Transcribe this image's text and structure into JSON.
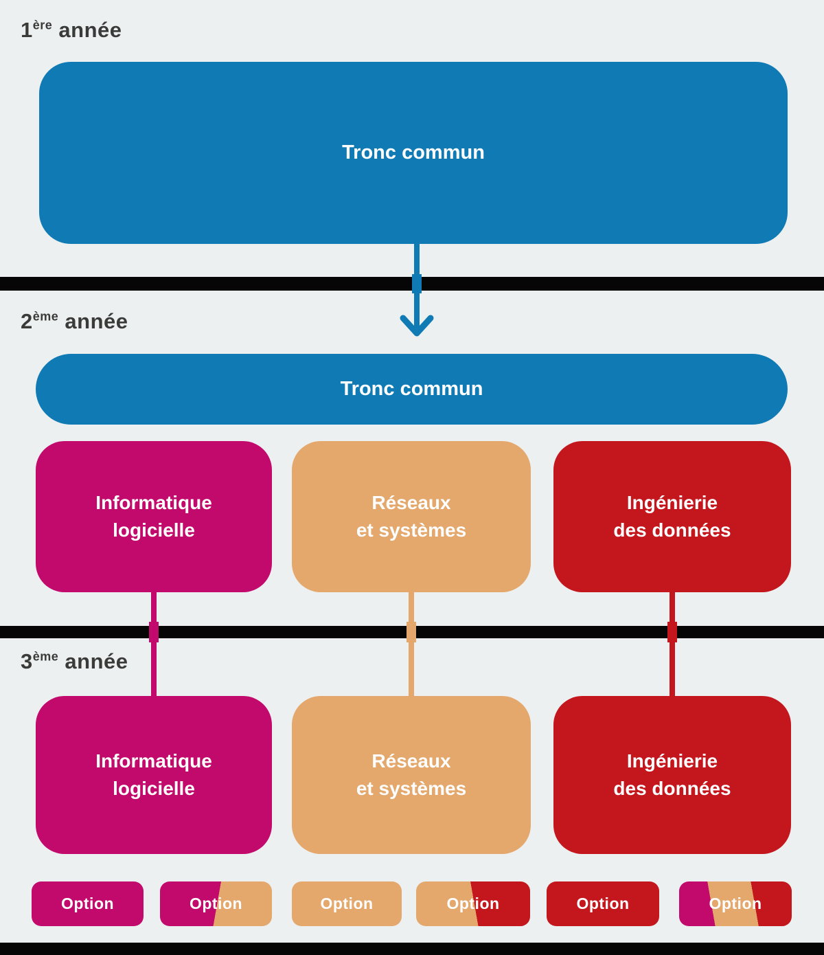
{
  "colors": {
    "background": "#edf0f1",
    "blue": "#0f7ab4",
    "magenta": "#c10a6c",
    "tan": "#e4a76c",
    "red": "#c4161d",
    "divider": "#060606",
    "heading_text": "#3a3a39",
    "block_text": "#ffffff"
  },
  "years": [
    {
      "num": "1",
      "sup": "ère",
      "word": "année"
    },
    {
      "num": "2",
      "sup": "ème",
      "word": "année"
    },
    {
      "num": "3",
      "sup": "ème",
      "word": "année"
    }
  ],
  "year1": {
    "tronc_commun": "Tronc commun"
  },
  "year2": {
    "tronc_commun": "Tronc commun"
  },
  "tracks": [
    {
      "id": "informatique-logicielle",
      "line1": "Informatique",
      "line2": "logicielle",
      "color": "#c10a6c"
    },
    {
      "id": "reseaux-et-systemes",
      "line1": "Réseaux",
      "line2": "et systèmes",
      "color": "#e4a76c"
    },
    {
      "id": "ingenierie-des-donnees",
      "line1": "Ingénierie",
      "line2": "des données",
      "color": "#c4161d"
    }
  ],
  "options": [
    {
      "label": "Option",
      "tracks": [
        "informatique-logicielle"
      ]
    },
    {
      "label": "Option",
      "tracks": [
        "informatique-logicielle",
        "reseaux-et-systemes"
      ]
    },
    {
      "label": "Option",
      "tracks": [
        "reseaux-et-systemes"
      ]
    },
    {
      "label": "Option",
      "tracks": [
        "reseaux-et-systemes",
        "ingenierie-des-donnees"
      ]
    },
    {
      "label": "Option",
      "tracks": [
        "ingenierie-des-donnees"
      ]
    },
    {
      "label": "Option",
      "tracks": [
        "informatique-logicielle",
        "reseaux-et-systemes",
        "ingenierie-des-donnees"
      ]
    }
  ]
}
